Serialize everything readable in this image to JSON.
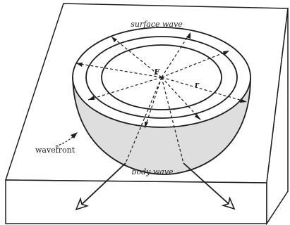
{
  "diagram": {
    "labels": {
      "surface_wave": "surface wave",
      "body_wave": "body wave",
      "wavefront": "wavefront",
      "focus": "F",
      "radius": "r"
    },
    "colors": {
      "stroke": "#1e1e1e",
      "hemisphere_shade": "#dedede",
      "background": "#ffffff"
    }
  }
}
